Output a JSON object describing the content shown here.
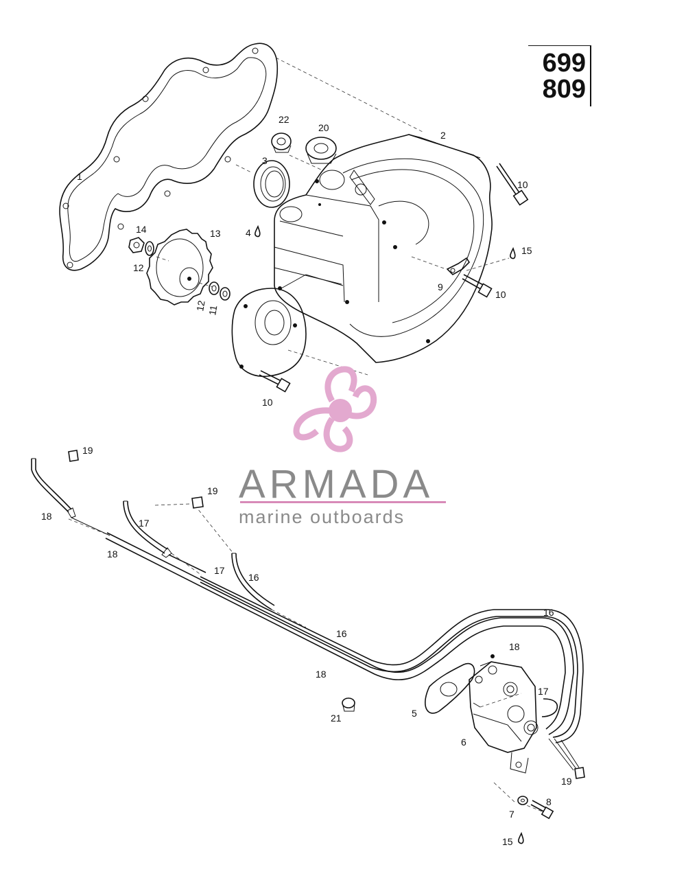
{
  "model_numbers": [
    "699",
    "809"
  ],
  "callouts": [
    {
      "id": "c1",
      "text": "1"
    },
    {
      "id": "c2",
      "text": "2"
    },
    {
      "id": "c3",
      "text": "3"
    },
    {
      "id": "c4",
      "text": "4"
    },
    {
      "id": "c5",
      "text": "5"
    },
    {
      "id": "c6",
      "text": "6"
    },
    {
      "id": "c7",
      "text": "7"
    },
    {
      "id": "c8",
      "text": "8"
    },
    {
      "id": "c9",
      "text": "9"
    },
    {
      "id": "c10a",
      "text": "10"
    },
    {
      "id": "c10b",
      "text": "10"
    },
    {
      "id": "c10c",
      "text": "10"
    },
    {
      "id": "c11",
      "text": "11"
    },
    {
      "id": "c12a",
      "text": "12"
    },
    {
      "id": "c12b",
      "text": "12"
    },
    {
      "id": "c13",
      "text": "13"
    },
    {
      "id": "c14",
      "text": "14"
    },
    {
      "id": "c15a",
      "text": "15"
    },
    {
      "id": "c15b",
      "text": "15"
    },
    {
      "id": "c16a",
      "text": "16"
    },
    {
      "id": "c16b",
      "text": "16"
    },
    {
      "id": "c16c",
      "text": "16"
    },
    {
      "id": "c17a",
      "text": "17"
    },
    {
      "id": "c17b",
      "text": "17"
    },
    {
      "id": "c17c",
      "text": "17"
    },
    {
      "id": "c18a",
      "text": "18"
    },
    {
      "id": "c18b",
      "text": "18"
    },
    {
      "id": "c18c",
      "text": "18"
    },
    {
      "id": "c18d",
      "text": "18"
    },
    {
      "id": "c19a",
      "text": "19"
    },
    {
      "id": "c19b",
      "text": "19"
    },
    {
      "id": "c19c",
      "text": "19"
    },
    {
      "id": "c20",
      "text": "20"
    },
    {
      "id": "c21",
      "text": "21"
    },
    {
      "id": "c22",
      "text": "22"
    }
  ],
  "watermark": {
    "title": "ARMADA",
    "subtitle": "marine outboards",
    "icon": "propeller-icon",
    "accent_color": "#e3a9cf",
    "text_color": "#8a8a8a"
  }
}
